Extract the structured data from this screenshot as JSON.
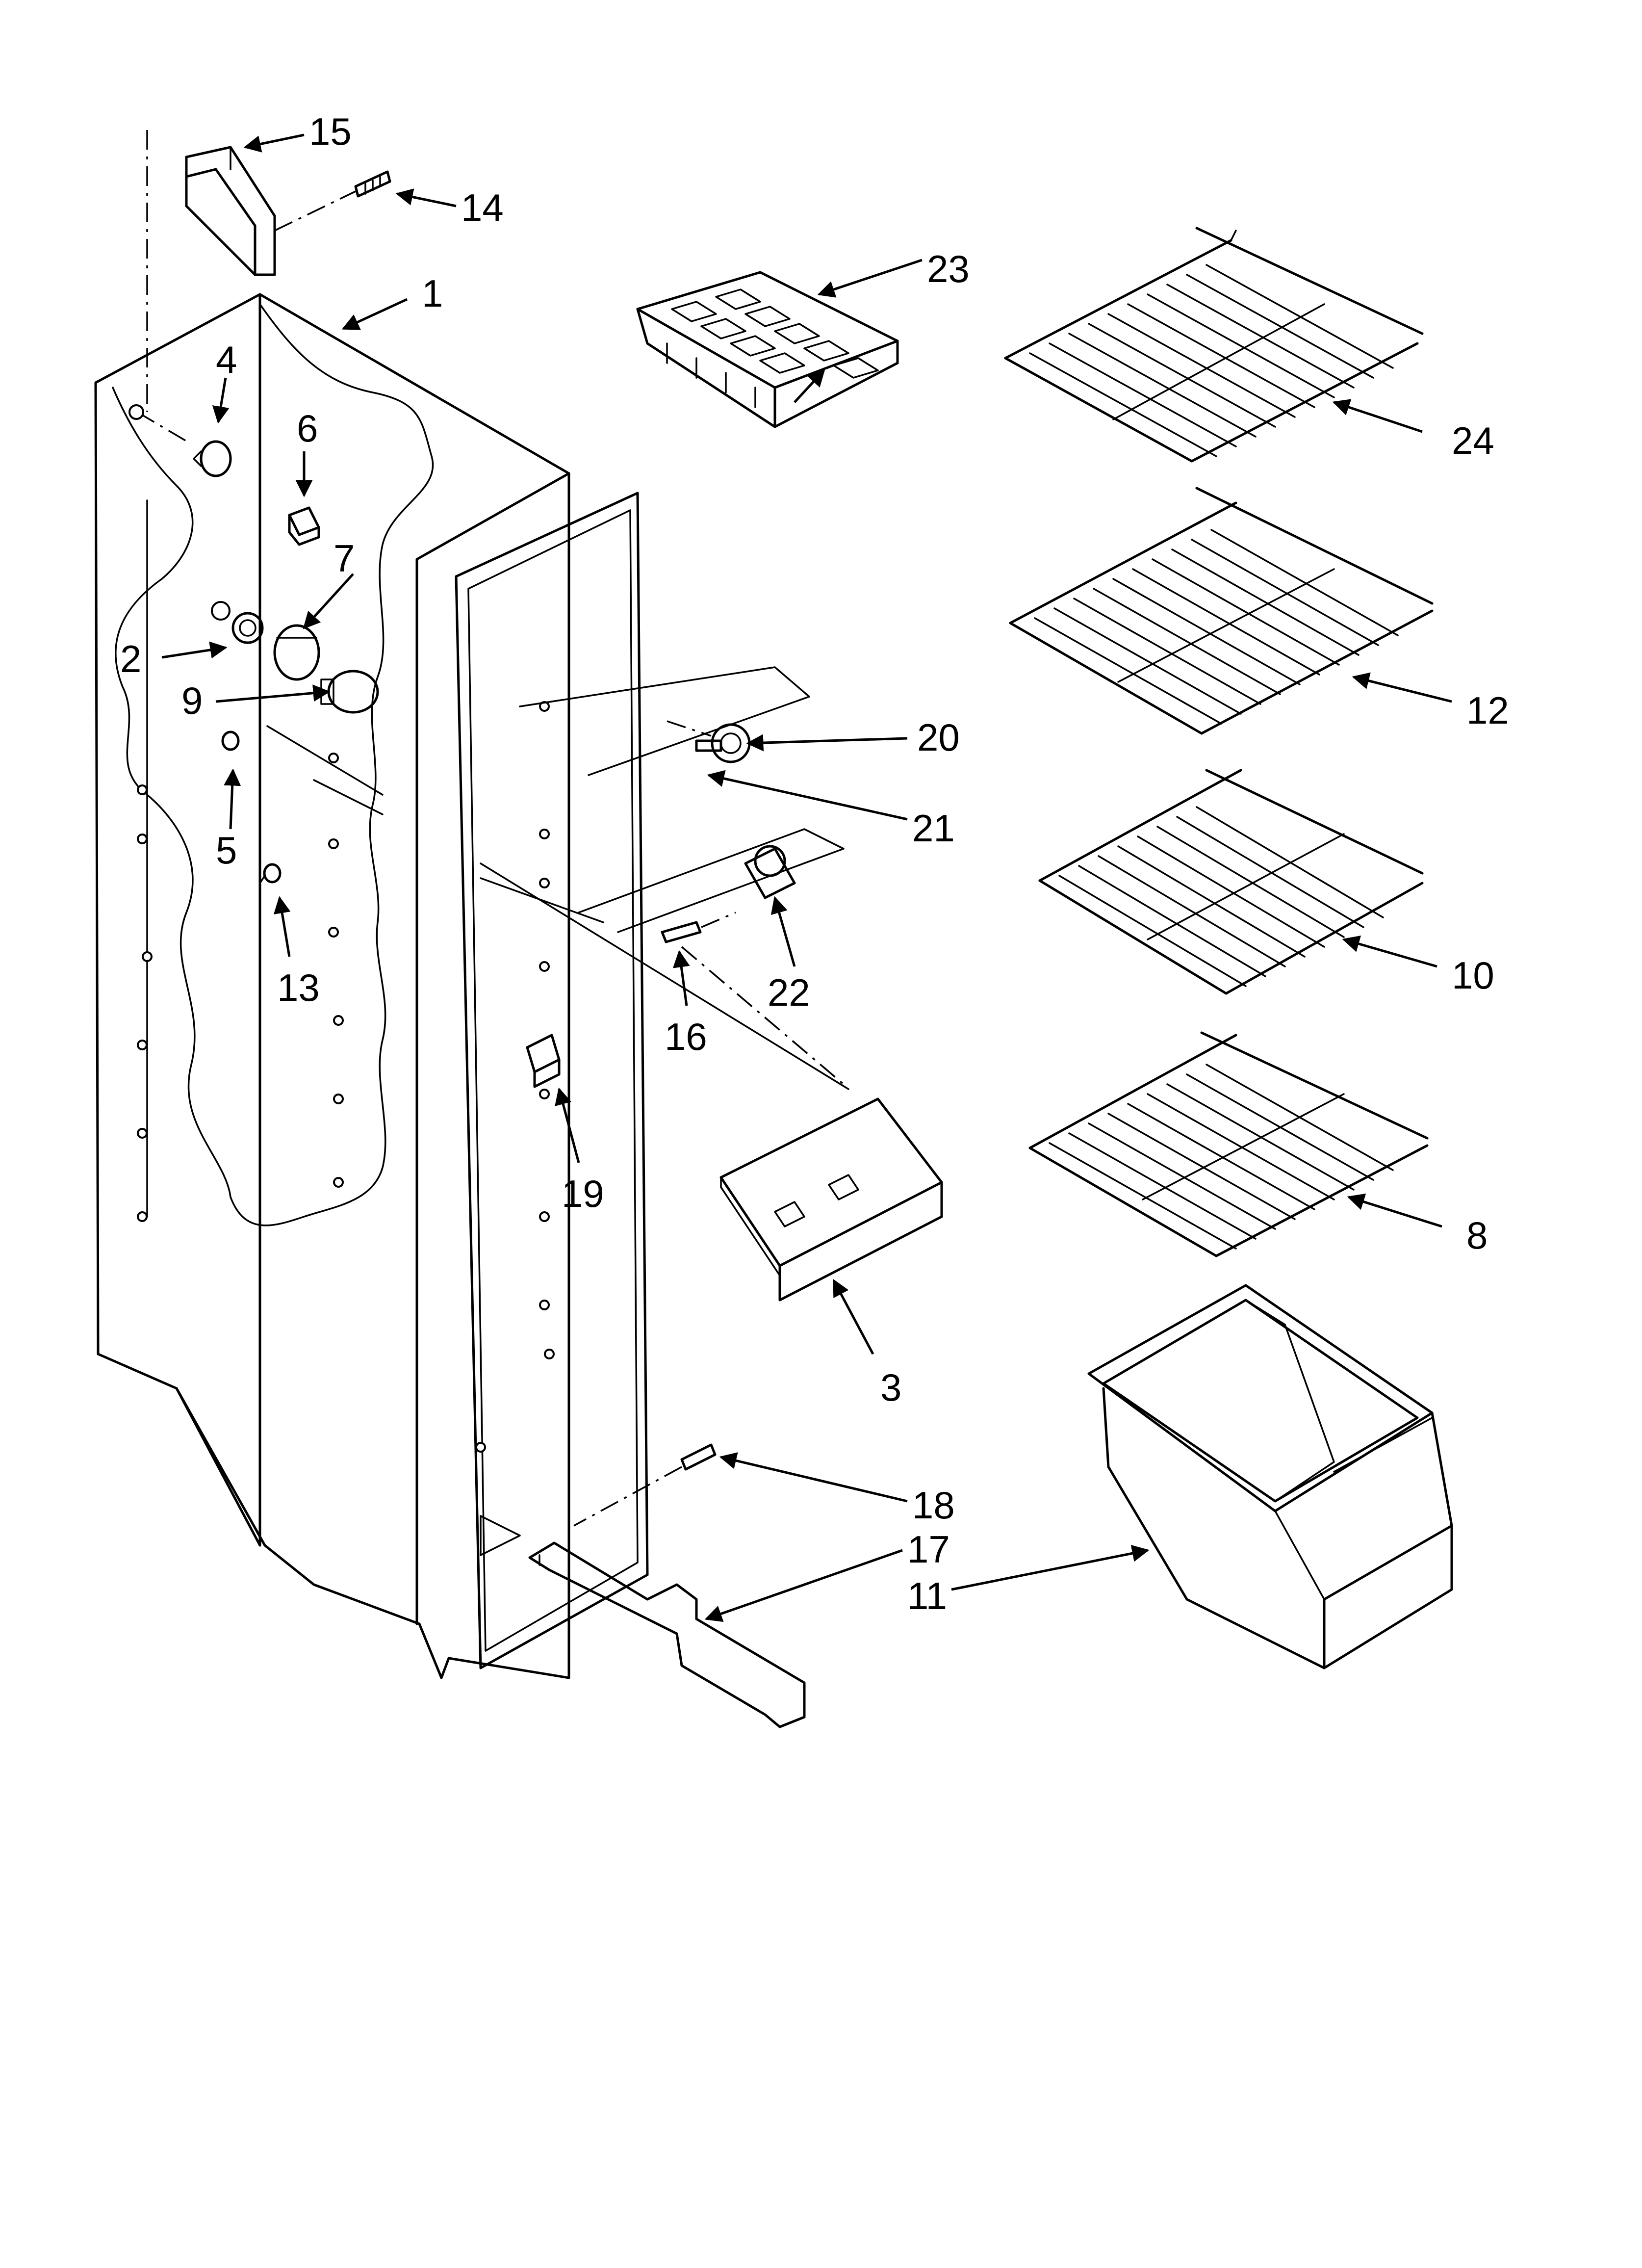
{
  "callouts": {
    "c1": "1",
    "c2": "2",
    "c3": "3",
    "c4": "4",
    "c5": "5",
    "c6": "6",
    "c7": "7",
    "c8": "8",
    "c9": "9",
    "c10": "10",
    "c11": "11",
    "c12": "12",
    "c13": "13",
    "c14": "14",
    "c15": "15",
    "c16": "16",
    "c17": "17",
    "c18": "18",
    "c19": "19",
    "c20": "20",
    "c21": "21",
    "c22": "22",
    "c23": "23",
    "c24": "24"
  },
  "colors": {
    "line": "#000000",
    "background": "#ffffff"
  }
}
